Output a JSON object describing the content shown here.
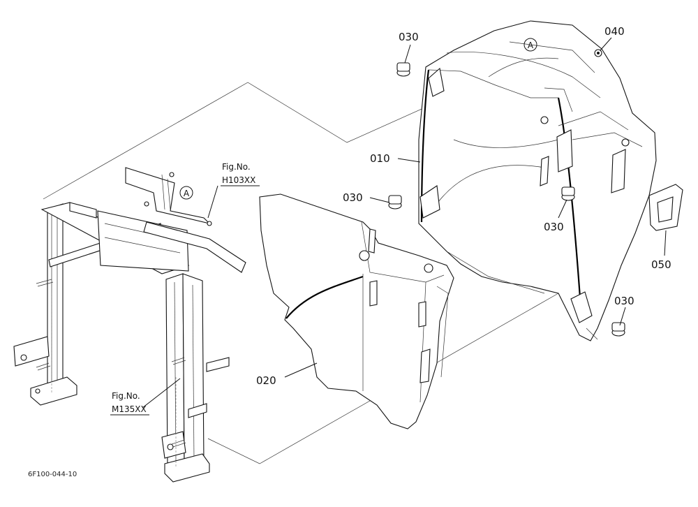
{
  "diagram_code": "6F100-044-10",
  "callouts": {
    "p010": "010",
    "p020": "020",
    "p030a": "030",
    "p030b": "030",
    "p030c": "030",
    "p030d": "030",
    "p040": "040",
    "p050": "050"
  },
  "refs": {
    "marker_a": "A",
    "fig1_title": "Fig.No.",
    "fig1_num": "H103XX",
    "fig2_title": "Fig.No.",
    "fig2_num": "M135XX"
  }
}
